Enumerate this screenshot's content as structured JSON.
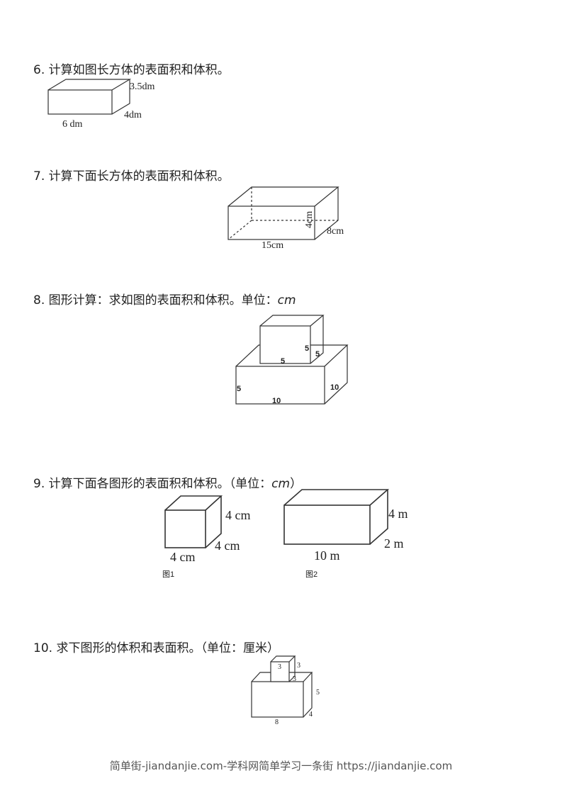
{
  "questions": [
    {
      "number": "6.",
      "text": "计算如图长方体的表面积和体积。",
      "labels": {
        "height": "3.5dm",
        "width": "4dm",
        "length": "6 dm"
      }
    },
    {
      "number": "7.",
      "text": "计算下面长方体的表面积和体积。",
      "labels": {
        "height": "4cm",
        "width": "8cm",
        "length": "15cm"
      }
    },
    {
      "number": "8.",
      "text": "图形计算：求如图的表面积和体积。单位：",
      "unit": "cm",
      "labels": {
        "top_h": "5",
        "top_w": "5",
        "top_l": "5",
        "bottom_h": "5",
        "bottom_w": "10",
        "bottom_l": "10"
      }
    },
    {
      "number": "9.",
      "text": "计算下面各图形的表面积和体积。（单位：",
      "unit": "cm",
      "close": "）",
      "fig1": {
        "caption": "图1",
        "height": "4 cm",
        "width": "4 cm",
        "length": "4 cm"
      },
      "fig2": {
        "caption": "图2",
        "height": "4 m",
        "width": "2 m",
        "length": "10 m"
      }
    },
    {
      "number": "10.",
      "text": "求下图形的体积和表面积。（单位：厘米）",
      "labels": {
        "top_l": "3",
        "top_h": "3",
        "top_w": "3",
        "bottom_h": "5",
        "bottom_w": "4",
        "bottom_l": "8"
      }
    }
  ],
  "footer": "简单街-jiandanjie.com-学科网简单学习一条街 https://jiandanjie.com"
}
